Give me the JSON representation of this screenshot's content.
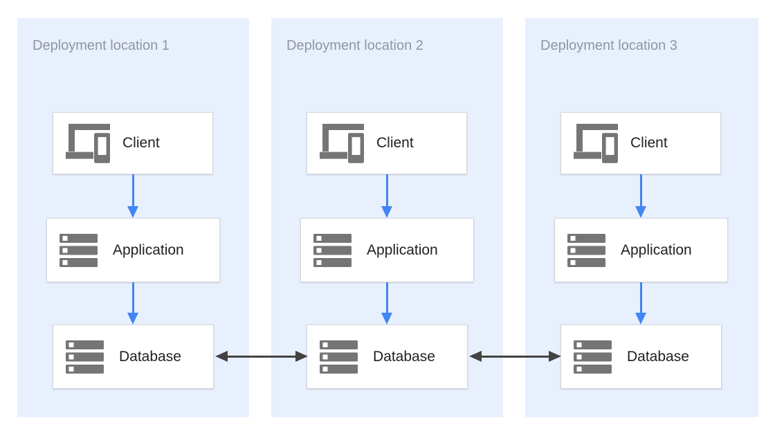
{
  "theme": {
    "canvas-bg": "#ffffff",
    "panel-bg": "#e8f0fe",
    "panel-title": "#8f969c",
    "box-bg": "#ffffff",
    "box-border": "#d5d7d9",
    "box-text": "#1f1f1f",
    "icon": "#757575",
    "flow-arrow": "#4285f4",
    "repl-arrow": "#424242"
  },
  "icons": {
    "client": "devices-icon",
    "application": "servers-icon",
    "database": "servers-icon"
  },
  "panels": [
    {
      "title": "Deployment location 1",
      "nodes": [
        {
          "label": "Client"
        },
        {
          "label": "Application"
        },
        {
          "label": "Database"
        }
      ]
    },
    {
      "title": "Deployment location 2",
      "nodes": [
        {
          "label": "Client"
        },
        {
          "label": "Application"
        },
        {
          "label": "Database"
        }
      ]
    },
    {
      "title": "Deployment location 3",
      "nodes": [
        {
          "label": "Client"
        },
        {
          "label": "Application"
        },
        {
          "label": "Database"
        }
      ]
    }
  ]
}
